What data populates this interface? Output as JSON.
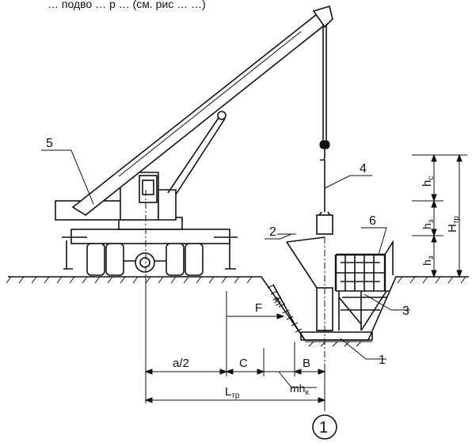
{
  "header": {
    "text": "… подво … р … (см. рис … …)"
  },
  "callouts": {
    "c1": "1",
    "c2": "2",
    "c3": "3",
    "c4": "4",
    "c5": "5",
    "c6": "6"
  },
  "dimensions": {
    "a_half": "a/2",
    "c": "C",
    "b": "B",
    "l_tr": "L",
    "l_tr_sub": "тр",
    "mhk": "mh",
    "mhk_sub": "к",
    "f": "F",
    "m": "m",
    "hc": "h",
    "hc_sub": "c",
    "h3a": "h",
    "h3a_sub": "з",
    "h3b": "h",
    "h3b_sub": "з",
    "htr": "H",
    "htr_sub": "тр"
  },
  "axis_marker": "1",
  "colors": {
    "ink": "#111111",
    "paper": "#ffffff"
  }
}
